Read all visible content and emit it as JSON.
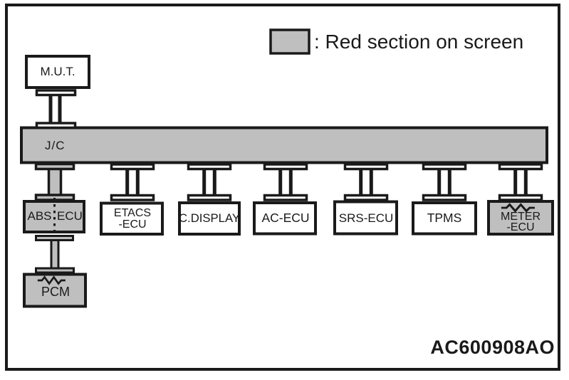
{
  "legend": {
    "label": ": Red section on screen",
    "swatch_meaning": "highlighted-red-on-screen"
  },
  "figure_code": "AC600908AO",
  "colors": {
    "highlight_fill": "#bfbfbf",
    "line": "#1a1a1a",
    "background": "#ffffff"
  },
  "nodes": {
    "mut": {
      "label": "M.U.T.",
      "highlighted": false
    },
    "jc": {
      "label": "J/C",
      "highlighted": true
    },
    "abs_ecu": {
      "label_left": "ABS",
      "label_right": "ECU",
      "highlighted": true,
      "dashed_splice_line": true
    },
    "etacs_ecu": {
      "line1": "ETACS",
      "line2": "-ECU",
      "highlighted": false
    },
    "c_display": {
      "label": "C.DISPLAY",
      "highlighted": false
    },
    "ac_ecu": {
      "label": "AC-ECU",
      "highlighted": false
    },
    "srs_ecu": {
      "label": "SRS-ECU",
      "highlighted": false
    },
    "tpms": {
      "label": "TPMS",
      "highlighted": false
    },
    "meter_ecu": {
      "line1": "METER",
      "line2": "-ECU",
      "highlighted": true,
      "terminating_resistor": true
    },
    "pcm": {
      "label": "PCM",
      "highlighted": true,
      "terminating_resistor": true
    }
  }
}
